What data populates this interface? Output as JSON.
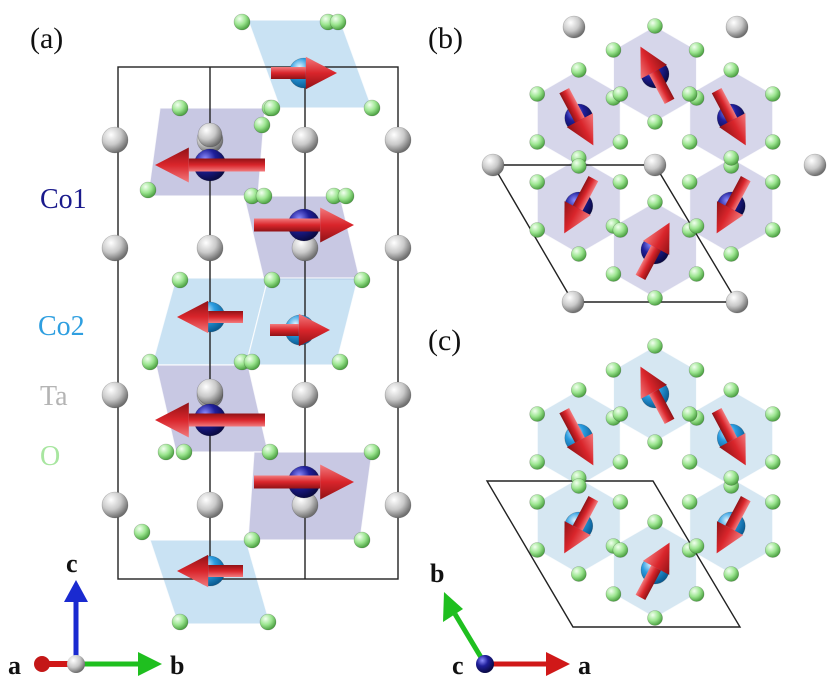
{
  "panels": {
    "a": "(a)",
    "b": "(b)",
    "c": "(c)"
  },
  "legend": [
    {
      "label": "Co1",
      "color": "#1a1a8c"
    },
    {
      "label": "Co2",
      "color": "#2f9fe0"
    },
    {
      "label": "Ta",
      "color": "#b4b4b4"
    },
    {
      "label": "O",
      "color": "#a8e6a0"
    }
  ],
  "axes": {
    "left": {
      "vertical": "c",
      "out_of_plane": "a",
      "horizontal": "b"
    },
    "right": {
      "vertical": "b",
      "out_of_plane": "c",
      "horizontal": "a"
    }
  },
  "colors": {
    "co1": "#1f1f8f",
    "co2": "#2a9ce0",
    "ta": "#b8b8b8",
    "oxygen": "#9be58f",
    "spin_arrow": "#d9252b",
    "co1_octahedron": "#9b9bcc",
    "co2_octahedron": "#9ccbe9",
    "axis_a": "#d01818",
    "axis_b": "#1fbf1f",
    "axis_c": "#1a2ad0",
    "cell_line": "#222222"
  }
}
